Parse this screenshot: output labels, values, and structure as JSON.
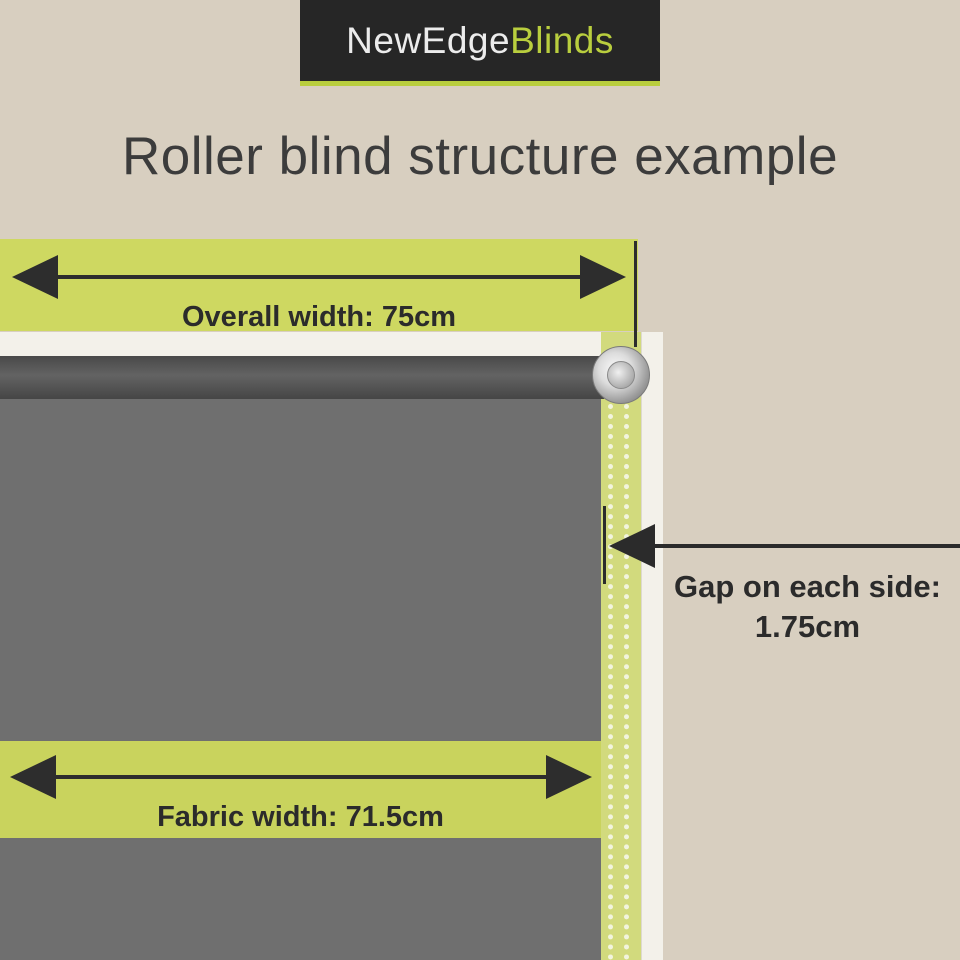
{
  "logo": {
    "name_primary": "NewEdge",
    "name_accent": "Blinds"
  },
  "heading": {
    "title": "Roller blind structure example"
  },
  "annotations": {
    "overall_width": {
      "label": "Overall width: 75cm"
    },
    "fabric_width": {
      "label": "Fabric width: 71.5cm"
    },
    "gap": {
      "line1": "Gap on each side:",
      "line2": "1.75cm"
    }
  },
  "colors": {
    "background": "#d8cfc0",
    "accent_lime": "#cdd85c",
    "logo_background": "#262626",
    "logo_accent": "#b9ce3e",
    "dark_annotation": "#2b2b2b",
    "fabric_gray": "#6f6f6f",
    "frame_white": "#f3f1ea"
  }
}
